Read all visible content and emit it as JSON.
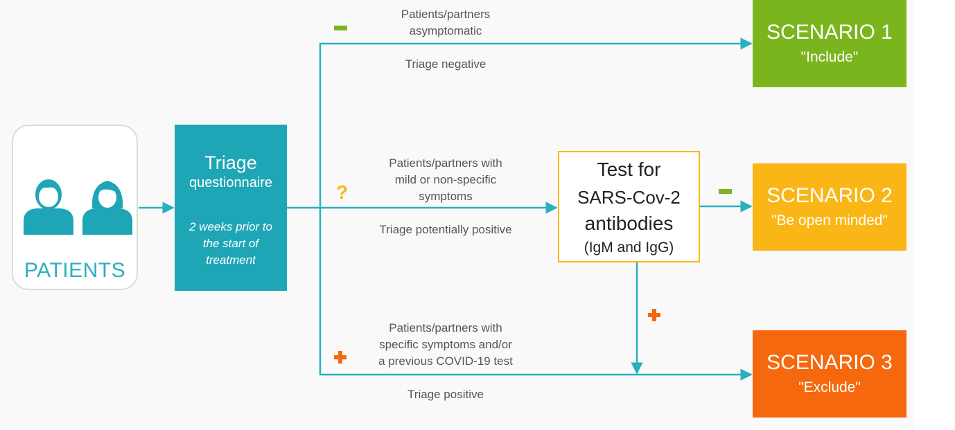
{
  "patients": {
    "label": "PATIENTS",
    "icons": [
      "male-person-icon",
      "female-person-icon"
    ]
  },
  "triage": {
    "title": "Triage",
    "subtitle": "questionnaire",
    "note_line1": "2 weeks prior to",
    "note_line2": "the start of",
    "note_line3": "treatment"
  },
  "branches": {
    "top": {
      "line1": "Patients/partners",
      "line2": "asymptomatic",
      "result": "Triage negative",
      "sign": "minus"
    },
    "middle": {
      "line1": "Patients/partners with",
      "line2": "mild or non-specific",
      "line3": "symptoms",
      "result": "Triage potentially positive",
      "sign": "?"
    },
    "bottom": {
      "line1": "Patients/partners with",
      "line2": "specific symptoms and/or",
      "line3": "a previous COVID-19 test",
      "result": "Triage positive",
      "sign": "plus"
    }
  },
  "test": {
    "line1": "Test for",
    "line2": "SARS-Cov-2",
    "line3": "antibodies",
    "line4": "(IgM and IgG)"
  },
  "scenarios": [
    {
      "title": "SCENARIO 1",
      "subtitle": "\"Include\"",
      "color": "#7ab51d"
    },
    {
      "title": "SCENARIO 2",
      "subtitle": "\"Be open minded\"",
      "color": "#f9b616"
    },
    {
      "title": "SCENARIO 3",
      "subtitle": "\"Exclude\"",
      "color": "#f5680e"
    }
  ],
  "colors": {
    "teal": "#1ea6b6",
    "line": "#2ab0bf",
    "green": "#7ab51d",
    "yellow": "#f8b715",
    "orange": "#f5680e"
  }
}
